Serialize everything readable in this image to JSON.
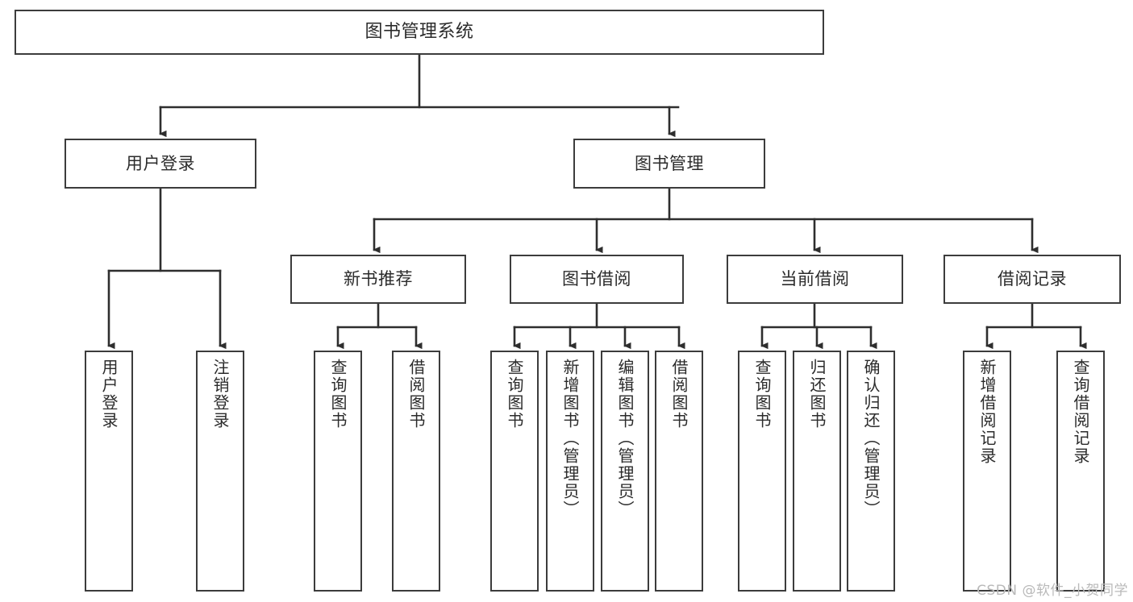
{
  "diagram": {
    "title": "图书管理系统",
    "type": "tree-hierarchy",
    "background_color": "#ffffff",
    "line_color": "#3c3c3c",
    "box_fill": "#ffffff",
    "text_color": "#2b2b2b"
  },
  "nodes": {
    "root": {
      "label": "图书管理系统"
    },
    "level1": [
      {
        "label": "用户登录"
      },
      {
        "label": "图书管理"
      }
    ],
    "level2": [
      {
        "label": "新书推荐"
      },
      {
        "label": "图书借阅"
      },
      {
        "label": "当前借阅"
      },
      {
        "label": "借阅记录"
      }
    ],
    "leaves": {
      "user_login": [
        {
          "label": "用户登录"
        },
        {
          "label": "注销登录"
        }
      ],
      "new_book_recommend": [
        {
          "label": "查询图书"
        },
        {
          "label": "借阅图书"
        }
      ],
      "book_borrow": [
        {
          "label": "查询图书"
        },
        {
          "label": "新增图书（管理员）"
        },
        {
          "label": "编辑图书（管理员）"
        },
        {
          "label": "借阅图书"
        }
      ],
      "current_borrow": [
        {
          "label": "查询图书"
        },
        {
          "label": "归还图书"
        },
        {
          "label": "确认归还（管理员）"
        }
      ],
      "borrow_record": [
        {
          "label": "新增借阅记录"
        },
        {
          "label": "查询借阅记录"
        }
      ]
    }
  },
  "watermark": {
    "text": "CSDN @软件_小贺同学"
  }
}
